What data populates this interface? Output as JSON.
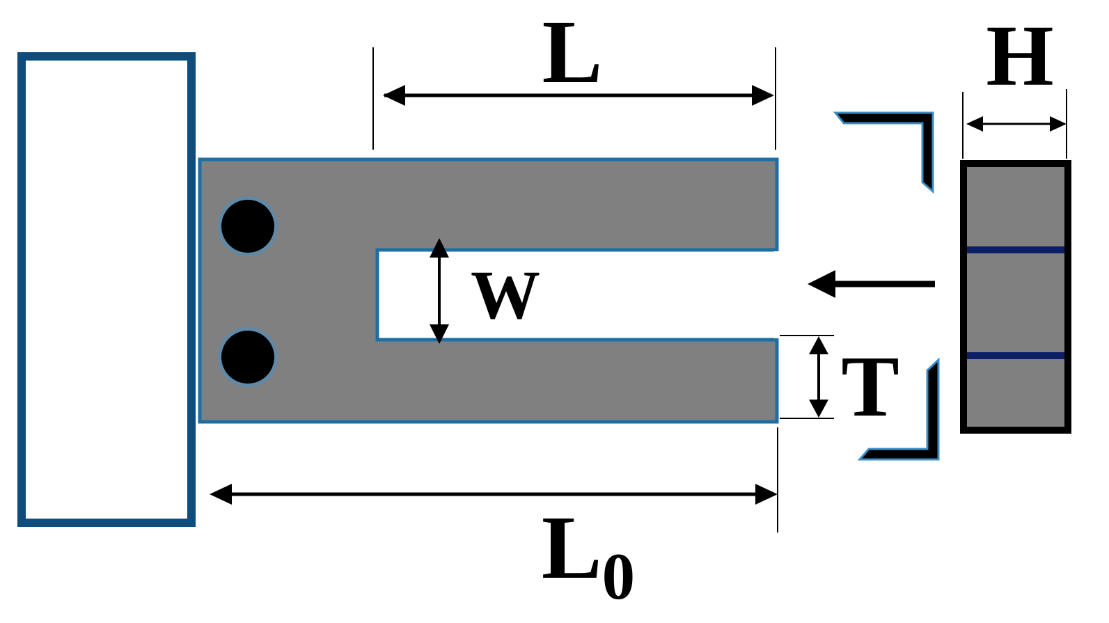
{
  "labels": {
    "L": "L",
    "H": "H",
    "W": "W",
    "T": "T",
    "L0_base": "L",
    "L0_sub": "0"
  },
  "colors": {
    "frame_stroke": "#0f4d7d",
    "specimen_fill": "#808080",
    "specimen_stroke": "#1d6fa3",
    "hole_fill": "#000000",
    "hole_ring": "#2a7fb5",
    "section_stroke": "#000000",
    "section_line": "#0a1f66",
    "dimension_line": "#000000"
  },
  "icons": {
    "arrow": "left-arrow-icon",
    "section_marks": "section-cut-corner-icon"
  }
}
